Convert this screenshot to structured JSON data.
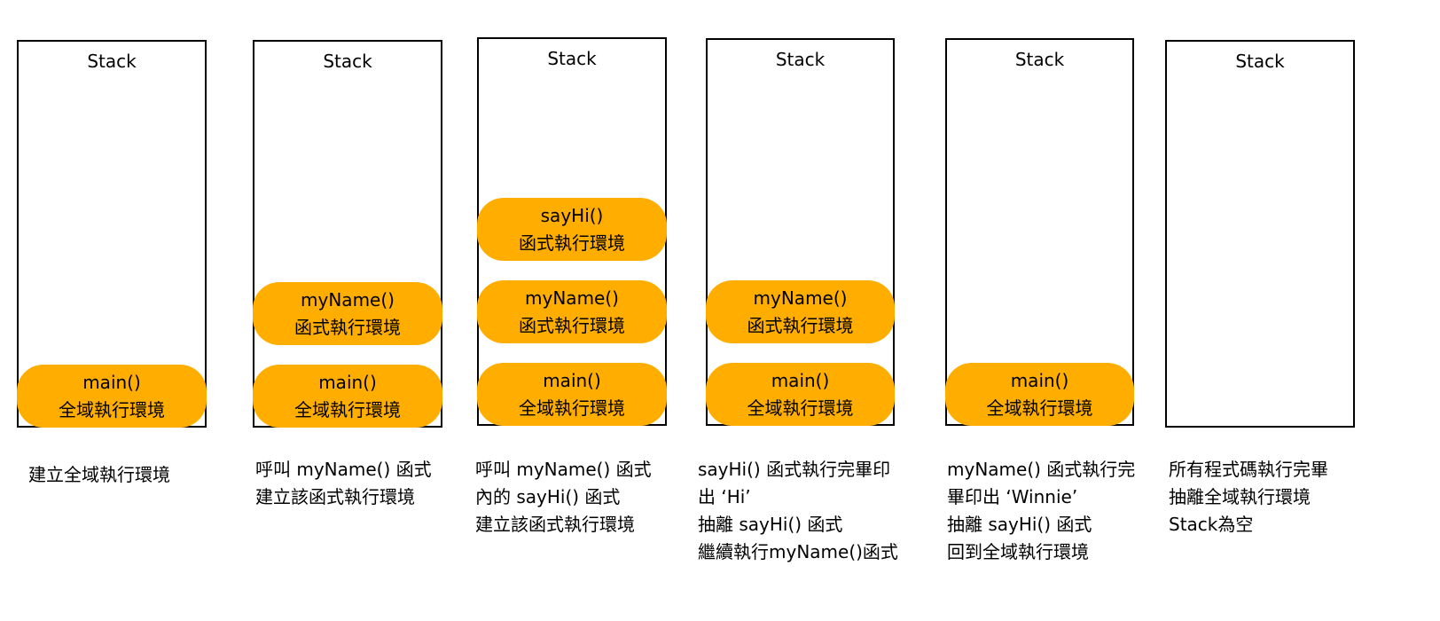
{
  "diagram": {
    "title": "JavaScript Call Stack execution contexts",
    "accent_color": "#FFAE00",
    "stack_label": "Stack",
    "steps": [
      {
        "frames": [
          {
            "name": "main()",
            "label": "全域執行環境"
          }
        ],
        "caption": [
          "建立全域執行環境"
        ]
      },
      {
        "frames": [
          {
            "name": "myName()",
            "label": "函式執行環境"
          },
          {
            "name": "main()",
            "label": "全域執行環境"
          }
        ],
        "caption": [
          "呼叫 myName() 函式",
          "建立該函式執行環境"
        ]
      },
      {
        "frames": [
          {
            "name": "sayHi()",
            "label": "函式執行環境"
          },
          {
            "name": "myName()",
            "label": "函式執行環境"
          },
          {
            "name": "main()",
            "label": "全域執行環境"
          }
        ],
        "caption": [
          "呼叫 myName() 函式",
          "內的 sayHi() 函式",
          "建立該函式執行環境"
        ]
      },
      {
        "frames": [
          {
            "name": "myName()",
            "label": "函式執行環境"
          },
          {
            "name": "main()",
            "label": "全域執行環境"
          }
        ],
        "caption": [
          "sayHi() 函式執行完畢印",
          "出 ‘Hi’",
          "抽離 sayHi() 函式",
          "繼續執行myName()函式"
        ]
      },
      {
        "frames": [
          {
            "name": "main()",
            "label": "全域執行環境"
          }
        ],
        "caption": [
          "myName() 函式執行完",
          "畢印出 ‘Winnie’",
          "抽離 sayHi() 函式",
          "回到全域執行環境"
        ]
      },
      {
        "frames": [],
        "caption": [
          "所有程式碼執行完畢",
          "抽離全域執行環境",
          "Stack為空"
        ]
      }
    ]
  }
}
